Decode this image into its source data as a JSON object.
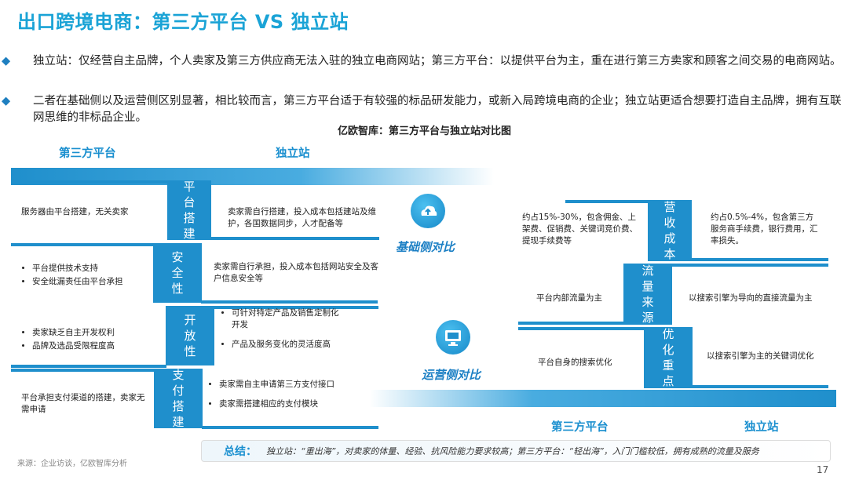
{
  "title": "出口跨境电商：第三方平台 VS 独立站",
  "bullets": [
    "独立站：仅经营自主品牌，个人卖家及第三方供应商无法入驻的独立电商网站；第三方平台：以提供平台为主，重在进行第三方卖家和顾客之间交易的电商网站。",
    "二者在基础侧以及运营侧区别显著，相比较而言，第三方平台适于有较强的标品研发能力，或新入局跨境电商的企业；独立站更适合想要打造自主品牌，拥有互联网思维的非标品企业。"
  ],
  "chart_title": "亿欧智库：第三方平台与独立站对比图",
  "left_headers": {
    "third_party": "第三方平台",
    "independent": "独立站"
  },
  "right_headers": {
    "third_party": "第三方平台",
    "independent": "独立站"
  },
  "base_label": "基础侧对比",
  "ops_label": "运营侧对比",
  "left_rows": [
    {
      "category": "平台搭建",
      "third": [
        "服务器由平台搭建，无关卖家"
      ],
      "independent": [
        "卖家需自行搭建，投入成本包括建站及维护，各国数据同步，人才配备等"
      ],
      "third_list": false,
      "ind_list": false
    },
    {
      "category": "安全性",
      "third": [
        "平台提供技术支持",
        "安全纰漏责任由平台承担"
      ],
      "independent": [
        "卖家需自行承担，投入成本包括网站安全及客户信息安全等"
      ],
      "third_list": true,
      "ind_list": false
    },
    {
      "category": "开放性",
      "third": [
        "卖家缺乏自主开发权利",
        "品牌及选品受限程度高"
      ],
      "independent": [
        "可针对特定产品及销售定制化开发",
        "产品及服务变化的灵活度高"
      ],
      "third_list": true,
      "ind_list": true
    },
    {
      "category": "支付搭建",
      "third": [
        "平台承担支付渠道的搭建，卖家无需申请"
      ],
      "independent": [
        "卖家需自主申请第三方支付接口",
        "卖家需搭建相应的支付模块"
      ],
      "third_list": false,
      "ind_list": true
    }
  ],
  "right_rows": [
    {
      "category": "营收成本",
      "third": "约占15%-30%，包含佣金、上架费、促销费、关键词竞价费、提现手续费等",
      "independent": "约占0.5%-4%，包含第三方服务商手续费，银行费用，汇率损失。"
    },
    {
      "category": "流量来源",
      "third": "平台内部流量为主",
      "independent": "以搜索引擎为导向的直接流量为主"
    },
    {
      "category": "优化重点",
      "third": "平台自身的搜索优化",
      "independent": "以搜索引擎为主的关键词优化"
    }
  ],
  "summary_label": "总结：",
  "summary_text": "独立站：“重出海”，对卖家的体量、经验、抗风险能力要求较高；第三方平台：“轻出海”，入门门槛较低，拥有成熟的流量及服务",
  "source": "来源：企业访谈，亿欧智库分析",
  "page_number": "17",
  "colors": {
    "accent": "#1f8fcc",
    "title": "#1aa3d6",
    "label": "#1b7fc4"
  },
  "icons": {
    "base": "cloud-upload-icon",
    "ops": "monitor-icon"
  }
}
